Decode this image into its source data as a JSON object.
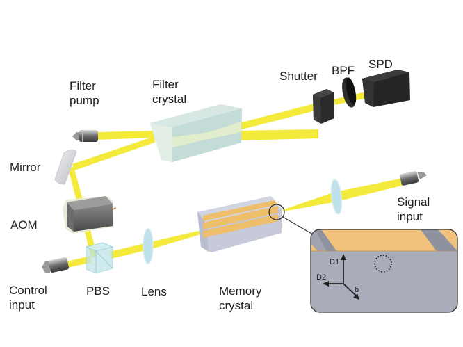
{
  "labels": {
    "filter_pump": [
      "Filter",
      "pump"
    ],
    "filter_crystal": [
      "Filter",
      "crystal"
    ],
    "shutter": "Shutter",
    "bpf": "BPF",
    "spd": "SPD",
    "mirror": "Mirror",
    "aom": "AOM",
    "control_input": [
      "Control",
      "input"
    ],
    "pbs": "PBS",
    "lens": "Lens",
    "memory_crystal": [
      "Memory",
      "crystal"
    ],
    "signal_input": [
      "Signal",
      "input"
    ]
  },
  "inset": {
    "axes": {
      "d1": "D1",
      "d2": "D2",
      "b": "b"
    }
  },
  "colors": {
    "beam": "#f3ea3c",
    "filter_crystal": "#cfe3df",
    "memory_crystal": "#c9ccdc",
    "electrode": "#eebf6a",
    "dark_component": "#2b2b2b",
    "inset_bg": "#a9acb9"
  }
}
